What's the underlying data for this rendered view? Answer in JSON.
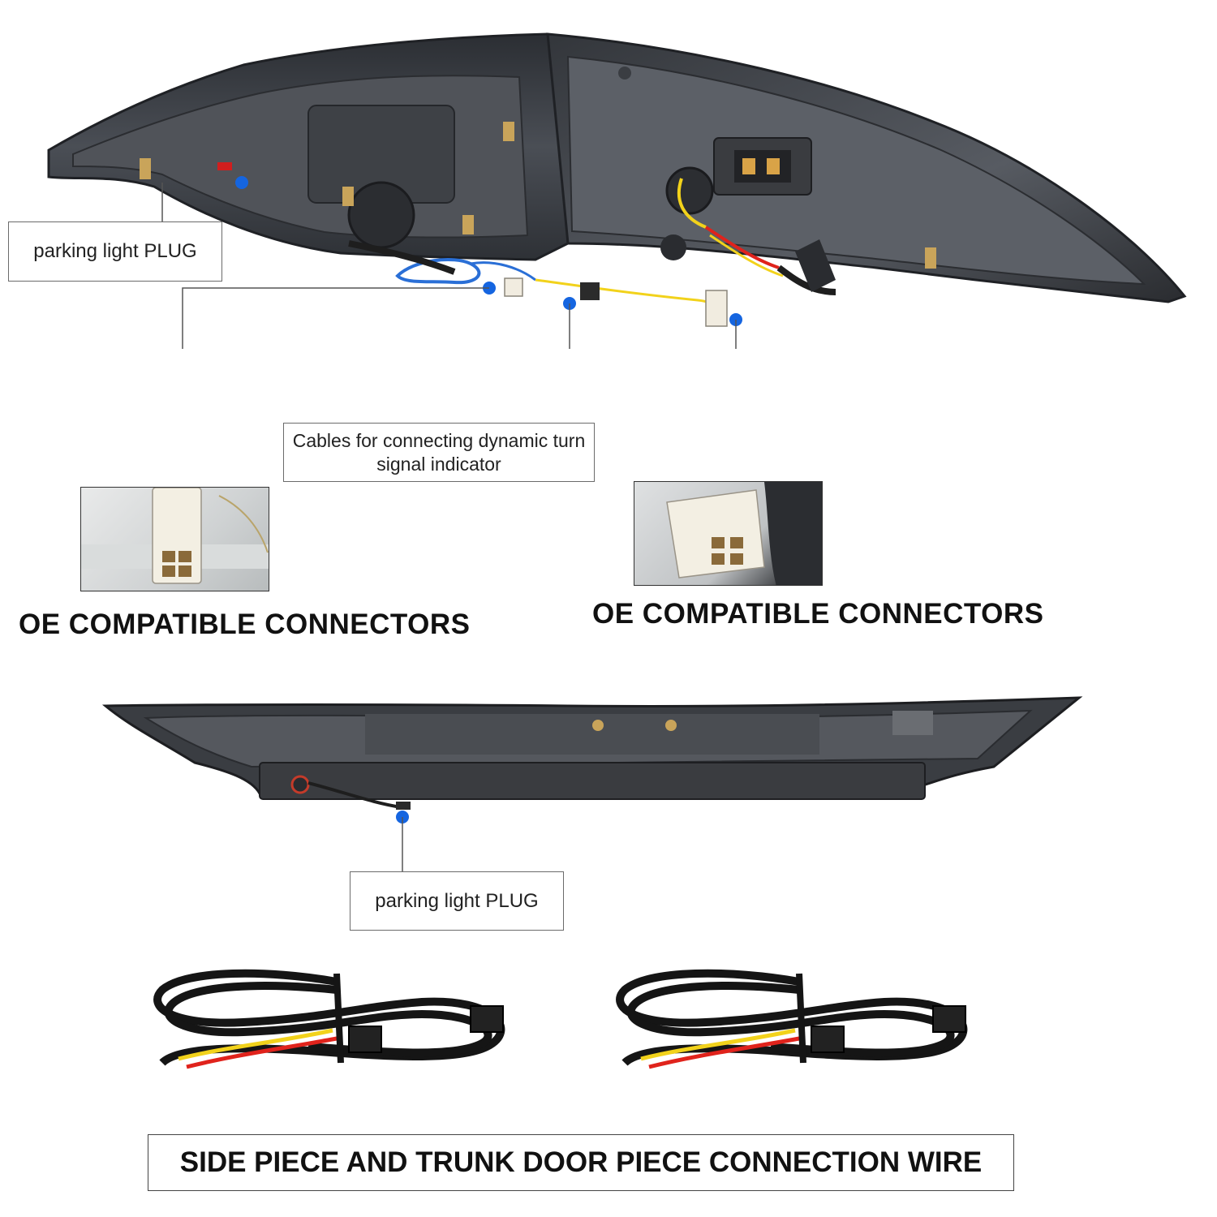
{
  "callouts": {
    "top_parking_plug": "parking light PLUG",
    "dynamic_cables": "Cables for connecting dynamic turn signal indicator",
    "bottom_parking_plug": "parking light PLUG"
  },
  "headlines": {
    "left_connectors": "OE COMPATIBLE CONNECTORS",
    "right_connectors": "OE COMPATIBLE CONNECTORS"
  },
  "footer": {
    "title": "SIDE PIECE AND TRUNK DOOR PIECE CONNECTION WIRE"
  },
  "colors": {
    "marker_dot": "#1565e0",
    "leader_line": "#555555",
    "lamp_housing": "#3a3d42",
    "wire_blue": "#2a6fd6",
    "wire_yellow": "#f2d21b",
    "wire_red": "#e0231c",
    "connector_white": "#f1ece0"
  },
  "icons": [
    "tail-lamp-illustration",
    "trunk-lamp-illustration",
    "connector-photo",
    "wire-harness-illustration"
  ]
}
